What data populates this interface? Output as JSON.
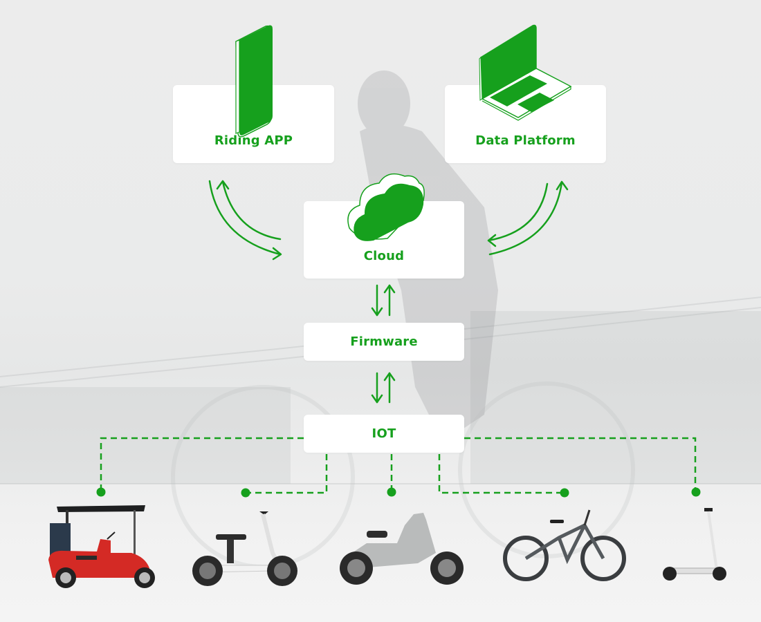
{
  "diagram": {
    "colors": {
      "accent": "#16a01d",
      "box_bg": "#ffffff",
      "background": "#ebebeb"
    },
    "nodes": {
      "riding_app": {
        "label": "Riding APP",
        "icon": "smartphone-icon"
      },
      "data_platform": {
        "label": "Data Platform",
        "icon": "laptop-icon"
      },
      "cloud": {
        "label": "Cloud",
        "icon": "cloud-icon"
      },
      "firmware": {
        "label": "Firmware"
      },
      "iot": {
        "label": "IOT"
      }
    },
    "edges": [
      {
        "from": "riding_app",
        "to": "cloud",
        "type": "bidirectional-curved"
      },
      {
        "from": "data_platform",
        "to": "cloud",
        "type": "bidirectional-curved"
      },
      {
        "from": "cloud",
        "to": "firmware",
        "type": "bidirectional"
      },
      {
        "from": "firmware",
        "to": "iot",
        "type": "bidirectional"
      },
      {
        "from": "iot",
        "to": "golf_cart",
        "type": "dashed"
      },
      {
        "from": "iot",
        "to": "seated_scooter",
        "type": "dashed"
      },
      {
        "from": "iot",
        "to": "electric_moped",
        "type": "dashed"
      },
      {
        "from": "iot",
        "to": "e_bike",
        "type": "dashed"
      },
      {
        "from": "iot",
        "to": "kick_scooter",
        "type": "dashed"
      }
    ],
    "vehicles": [
      {
        "id": "golf_cart",
        "name": "golf-cart",
        "color": "#d42a25"
      },
      {
        "id": "seated_scooter",
        "name": "seated-electric-scooter",
        "color": "#f2f2f2"
      },
      {
        "id": "electric_moped",
        "name": "electric-moped",
        "color": "#b9bbbb"
      },
      {
        "id": "e_bike",
        "name": "electric-bike",
        "color": "#3a3d40"
      },
      {
        "id": "kick_scooter",
        "name": "kick-scooter",
        "color": "#e8e8e8"
      }
    ]
  }
}
